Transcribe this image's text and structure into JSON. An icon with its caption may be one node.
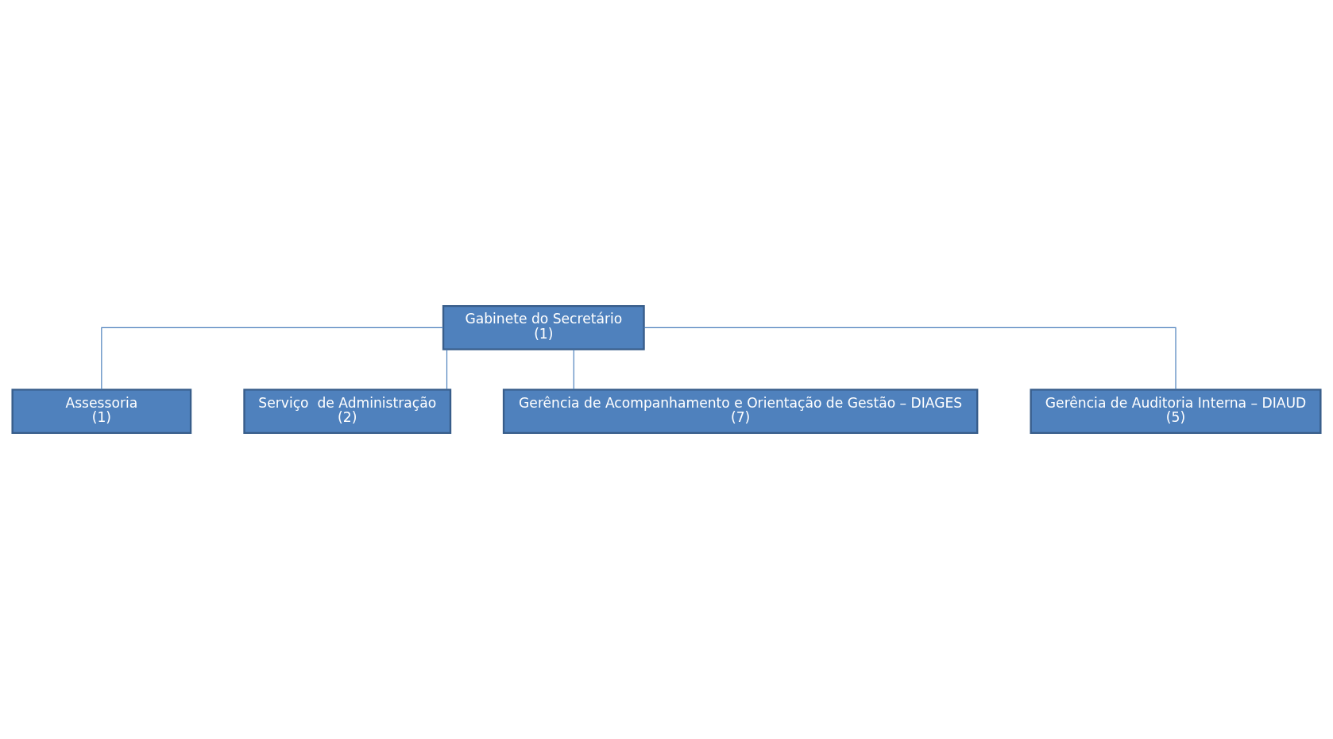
{
  "diagram": {
    "nodes": [
      {
        "text": [
          "Gabinete do Secretário",
          "(1)"
        ]
      },
      {
        "text": [
          "Assessoria",
          "(1)"
        ]
      },
      {
        "text": [
          "Serviço  de Administração",
          "(2)"
        ]
      },
      {
        "text": [
          "Gerência de Acompanhamento e Orientação de Gestão – DIAGES",
          "(7)"
        ]
      },
      {
        "text": [
          "Gerência de Auditoria Interna – DIAUD",
          "(5)"
        ]
      }
    ],
    "edges": [
      {
        "from": 0,
        "to": 1,
        "arrow": "none"
      },
      {
        "from": 0,
        "to": 2,
        "arrow": "none"
      },
      {
        "from": 0,
        "to": 3,
        "arrow": "none"
      },
      {
        "from": 0,
        "to": 4,
        "arrow": "none"
      }
    ]
  }
}
